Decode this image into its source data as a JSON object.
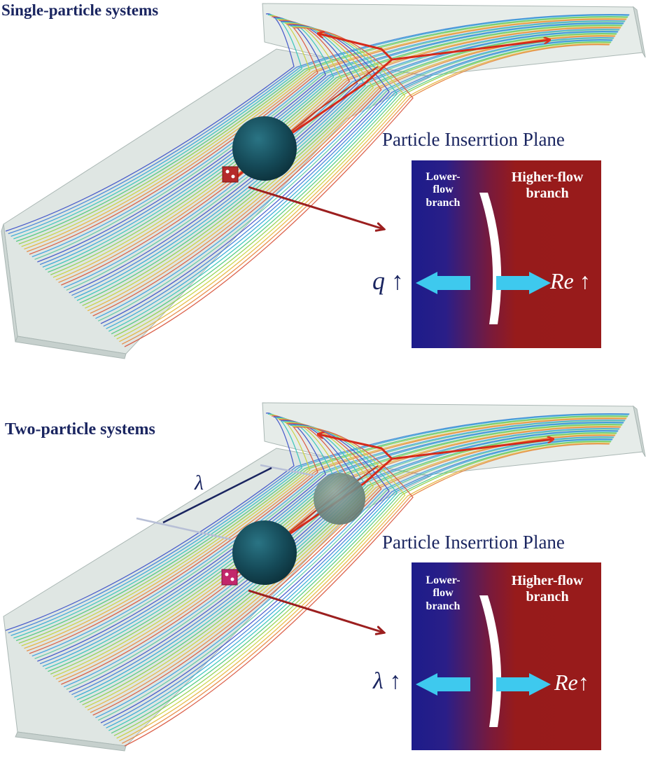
{
  "panels": [
    {
      "title": "Single-particle systems",
      "plane_title": "Particle Inserrtion Plane",
      "lower_branch": [
        "Lower-flow",
        "branch"
      ],
      "higher_branch": [
        "Higher-flow",
        "branch"
      ],
      "left_var": "q",
      "right_var": "Re",
      "arrow_symbol": "↑"
    },
    {
      "title": "Two-particle systems",
      "plane_title": "Particle Inserrtion Plane",
      "lower_branch": [
        "Lower-flow",
        "branch"
      ],
      "higher_branch": [
        "Higher-flow",
        "branch"
      ],
      "left_var": "λ",
      "right_var": "Re",
      "arrow_symbol": "↑",
      "spacing_label": "λ"
    }
  ],
  "colors": {
    "title": "#1a2560",
    "plane_blue": "#1e1e8c",
    "plane_red": "#981b1b",
    "arrow_cyan": "#3ec9ee",
    "streamline_red": "#d62a1a",
    "particle": "#12434f"
  }
}
